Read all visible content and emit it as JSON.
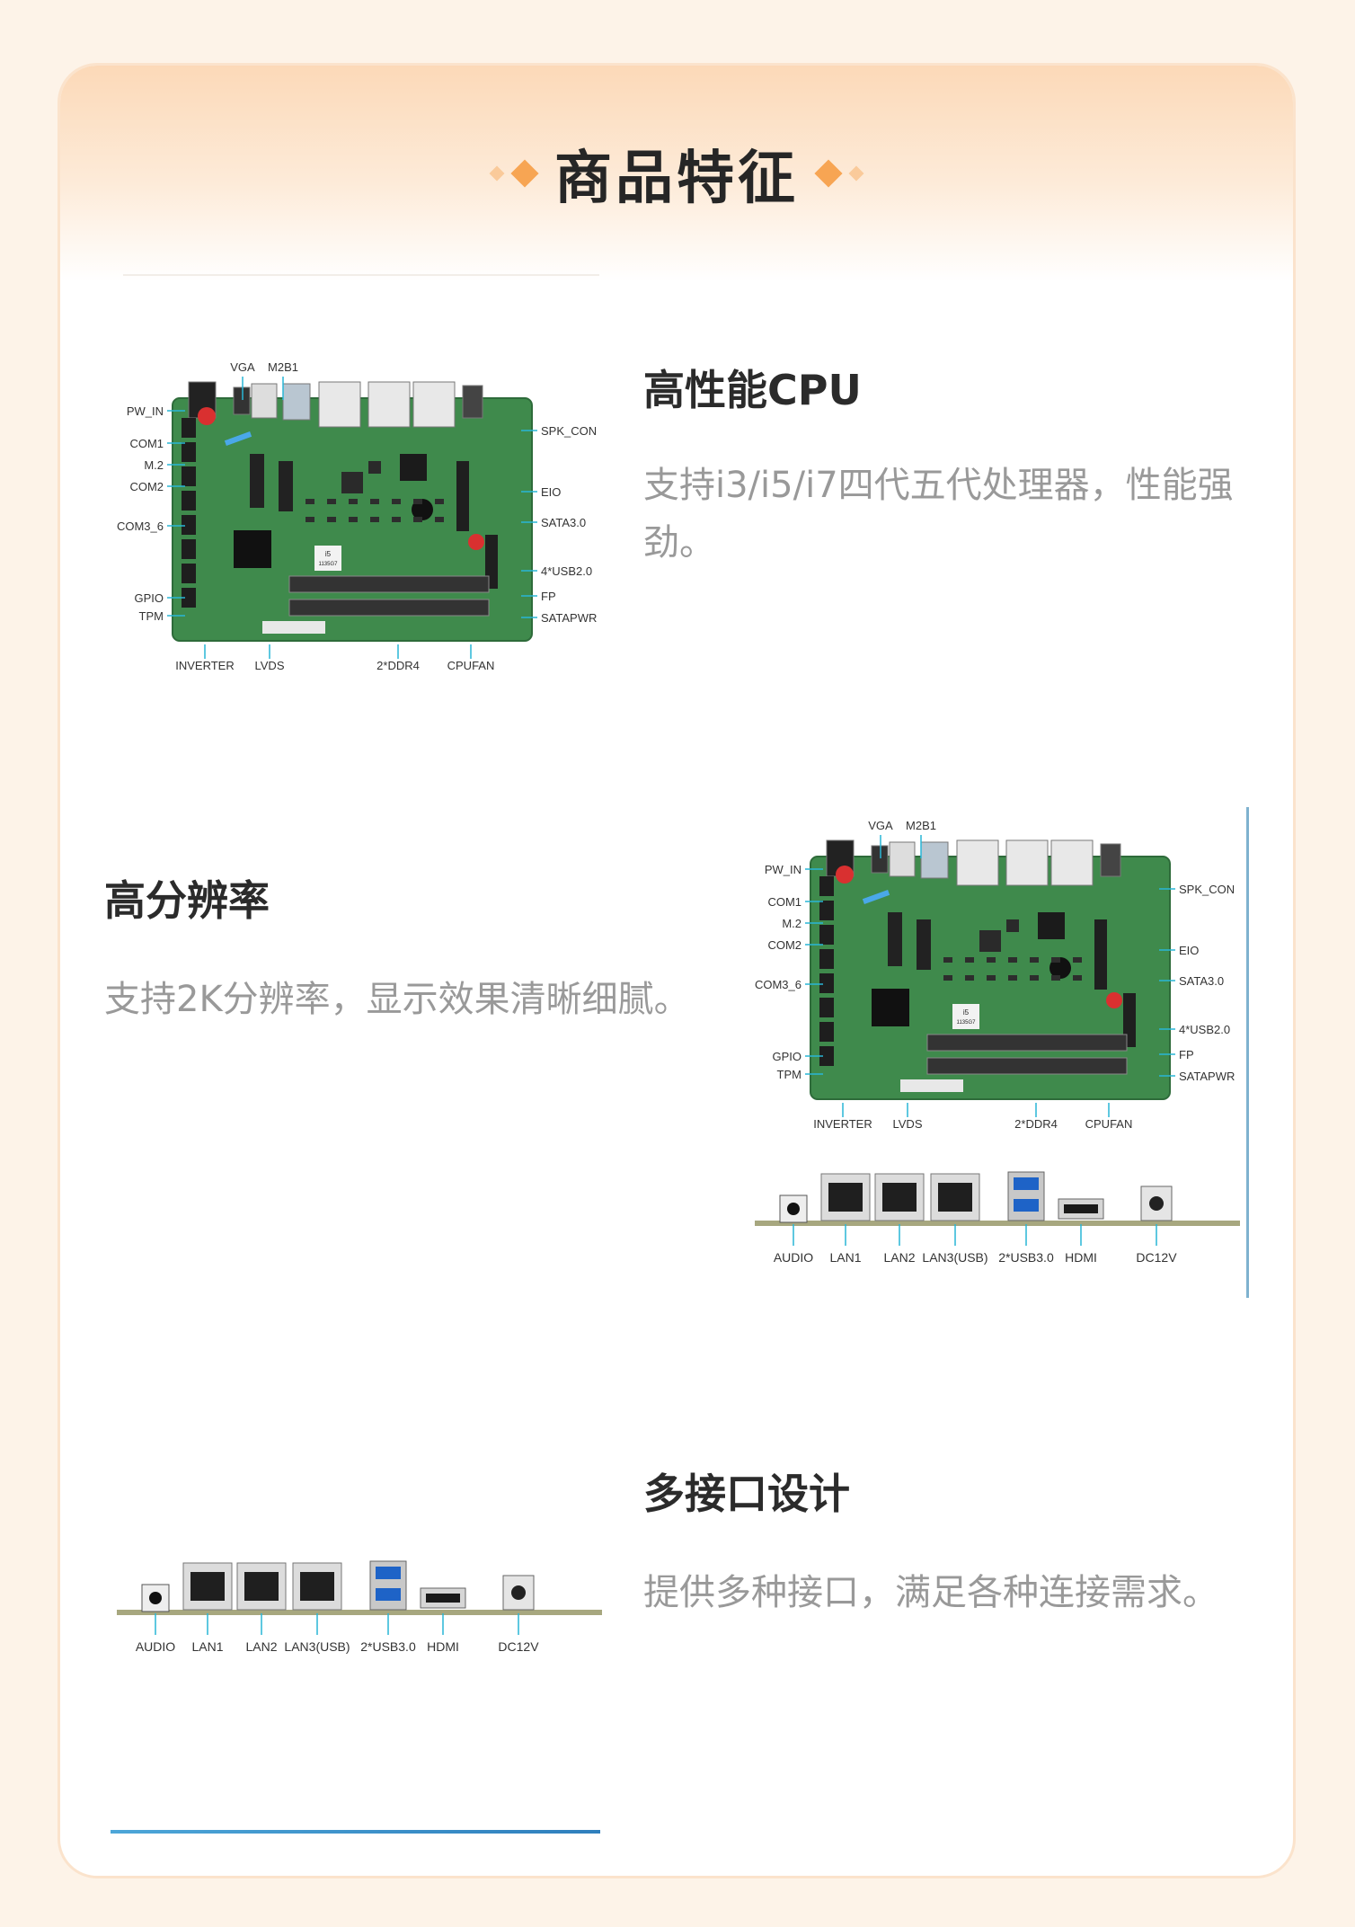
{
  "page": {
    "title": "商品特征"
  },
  "features": [
    {
      "title": "高性能CPU",
      "desc": "支持i3/i5/i7四代五代处理器，性能强劲。"
    },
    {
      "title": "高分辨率",
      "desc": "支持2K分辨率，显示效果清晰细腻。"
    },
    {
      "title": "多接口设计",
      "desc": "提供多种接口，满足各种连接需求。"
    }
  ],
  "board": {
    "top_labels": [
      "VGA",
      "M2B1"
    ],
    "left_labels": [
      "PW_IN",
      "COM1",
      "M.2",
      "COM2",
      "COM3_6",
      "GPIO",
      "TPM"
    ],
    "right_labels": [
      "SPK_CON",
      "EIO",
      "SATA3.0",
      "4*USB2.0",
      "FP",
      "SATAPWR"
    ],
    "bottom_labels": [
      "INVERTER",
      "LVDS",
      "2*DDR4",
      "CPUFAN"
    ],
    "chip_text": [
      "i5",
      "1135G7"
    ]
  },
  "io_panel": {
    "labels": [
      "AUDIO",
      "LAN1",
      "LAN2",
      "LAN3(USB)",
      "2*USB3.0",
      "HDMI",
      "DC12V"
    ]
  },
  "colors": {
    "accent": "#f7a553",
    "pcb": "#3f8a4c",
    "leader": "#29b6d6"
  }
}
